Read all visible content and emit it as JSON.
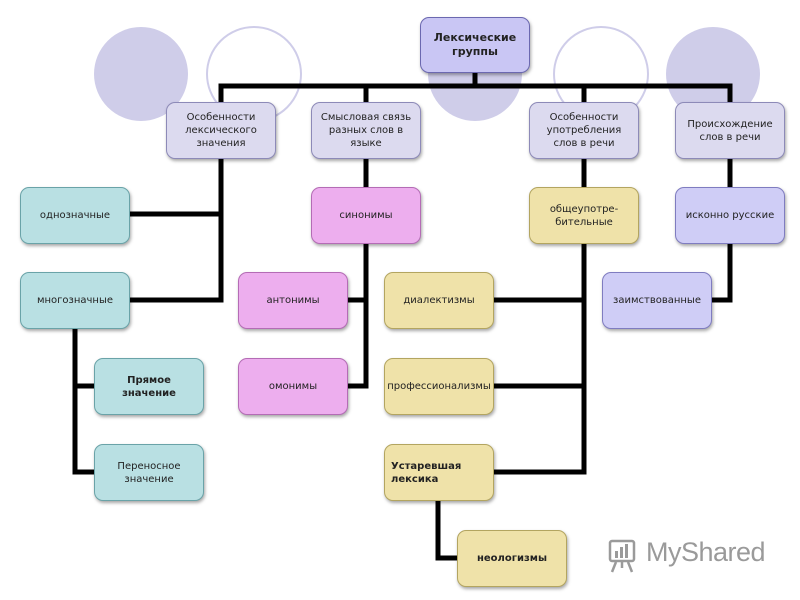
{
  "diagram": {
    "root": "Лексические группы",
    "categories": [
      "Особенности лексического значения",
      "Смысловая связь разных слов в языке",
      "Особенности употребления слов в речи",
      "Происхождение слов в речи"
    ],
    "lexical_meaning": {
      "single": "однозначные",
      "multi": "многозначные",
      "direct": "Прямое значение",
      "figurative": "Переносное значение"
    },
    "semantic": {
      "synonyms": "синонимы",
      "antonyms": "антонимы",
      "homonyms": "омонимы"
    },
    "usage": {
      "common": "общеупотре-бительные",
      "dialect": "диалектизмы",
      "professional": "профессионализмы",
      "obsolete": "Устаревшая лексика",
      "neologisms": "неологизмы"
    },
    "origin": {
      "native": "исконно русские",
      "borrowed": "заимствованные"
    }
  },
  "watermark": "MyShared",
  "colors": {
    "root": "#c9c6f4",
    "category": "#dcdaef",
    "teal": "#b9e0e3",
    "pink": "#edaeee",
    "cream": "#efe2a9",
    "lavender": "#cfcdf6",
    "circle": "#cfcde9",
    "connector": "#000000"
  }
}
